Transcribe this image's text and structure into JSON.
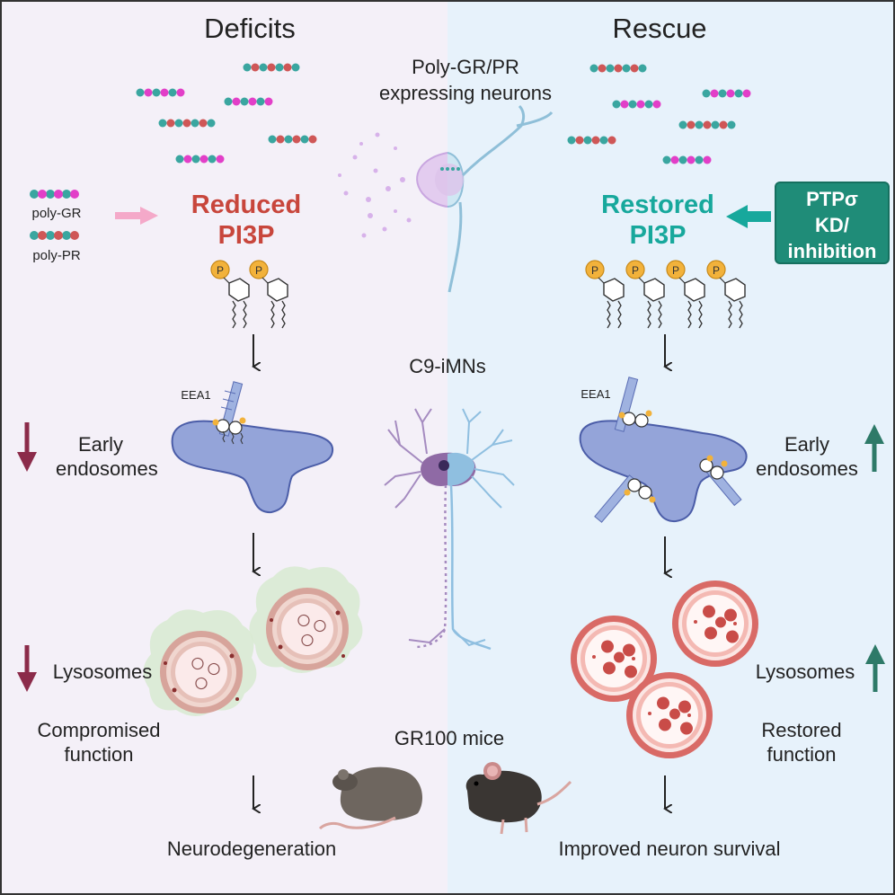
{
  "panels": {
    "left_title": "Deficits",
    "right_title": "Rescue"
  },
  "center": {
    "neurons_label": "Poly-GR/PR\nexpressing neurons",
    "c9_label": "C9-iMNs",
    "mice_label": "GR100 mice"
  },
  "left": {
    "legend_gr": "poly-GR",
    "legend_pr": "poly-PR",
    "pi3p_line1": "Reduced",
    "pi3p_line2": "PI3P",
    "eea1": "EEA1",
    "early_line1": "Early",
    "early_line2": "endosomes",
    "lysosomes": "Lysosomes",
    "function_line1": "Compromised",
    "function_line2": "function",
    "outcome": "Neurodegeneration"
  },
  "right": {
    "pi3p_line1": "Restored",
    "pi3p_line2": "PI3P",
    "ptp_line1": "PTPσ",
    "ptp_line2": "KD/",
    "ptp_line3": "inhibition",
    "eea1": "EEA1",
    "early_line1": "Early",
    "early_line2": "endosomes",
    "lysosomes": "Lysosomes",
    "function_line1": "Restored",
    "function_line2": "function",
    "outcome": "Improved neuron survival"
  },
  "colors": {
    "left_bg": "#f4f0f8",
    "right_bg": "#e7f2fb",
    "reduced": "#c8463c",
    "restored": "#17a89c",
    "down_arrow": "#8b2b4a",
    "up_arrow": "#2e7a68",
    "ptp_box": "#1f8c78",
    "endosome": "#94a4d9",
    "bead_teal": "#3aa6a0",
    "bead_magenta": "#e23fc8",
    "bead_red": "#cf5757"
  },
  "icons": [
    "peptide-chain-icon",
    "phosphoinositide-icon",
    "neuron-icon",
    "endosome-icon",
    "lysosome-icon",
    "mouse-icon",
    "arrow-icon"
  ]
}
